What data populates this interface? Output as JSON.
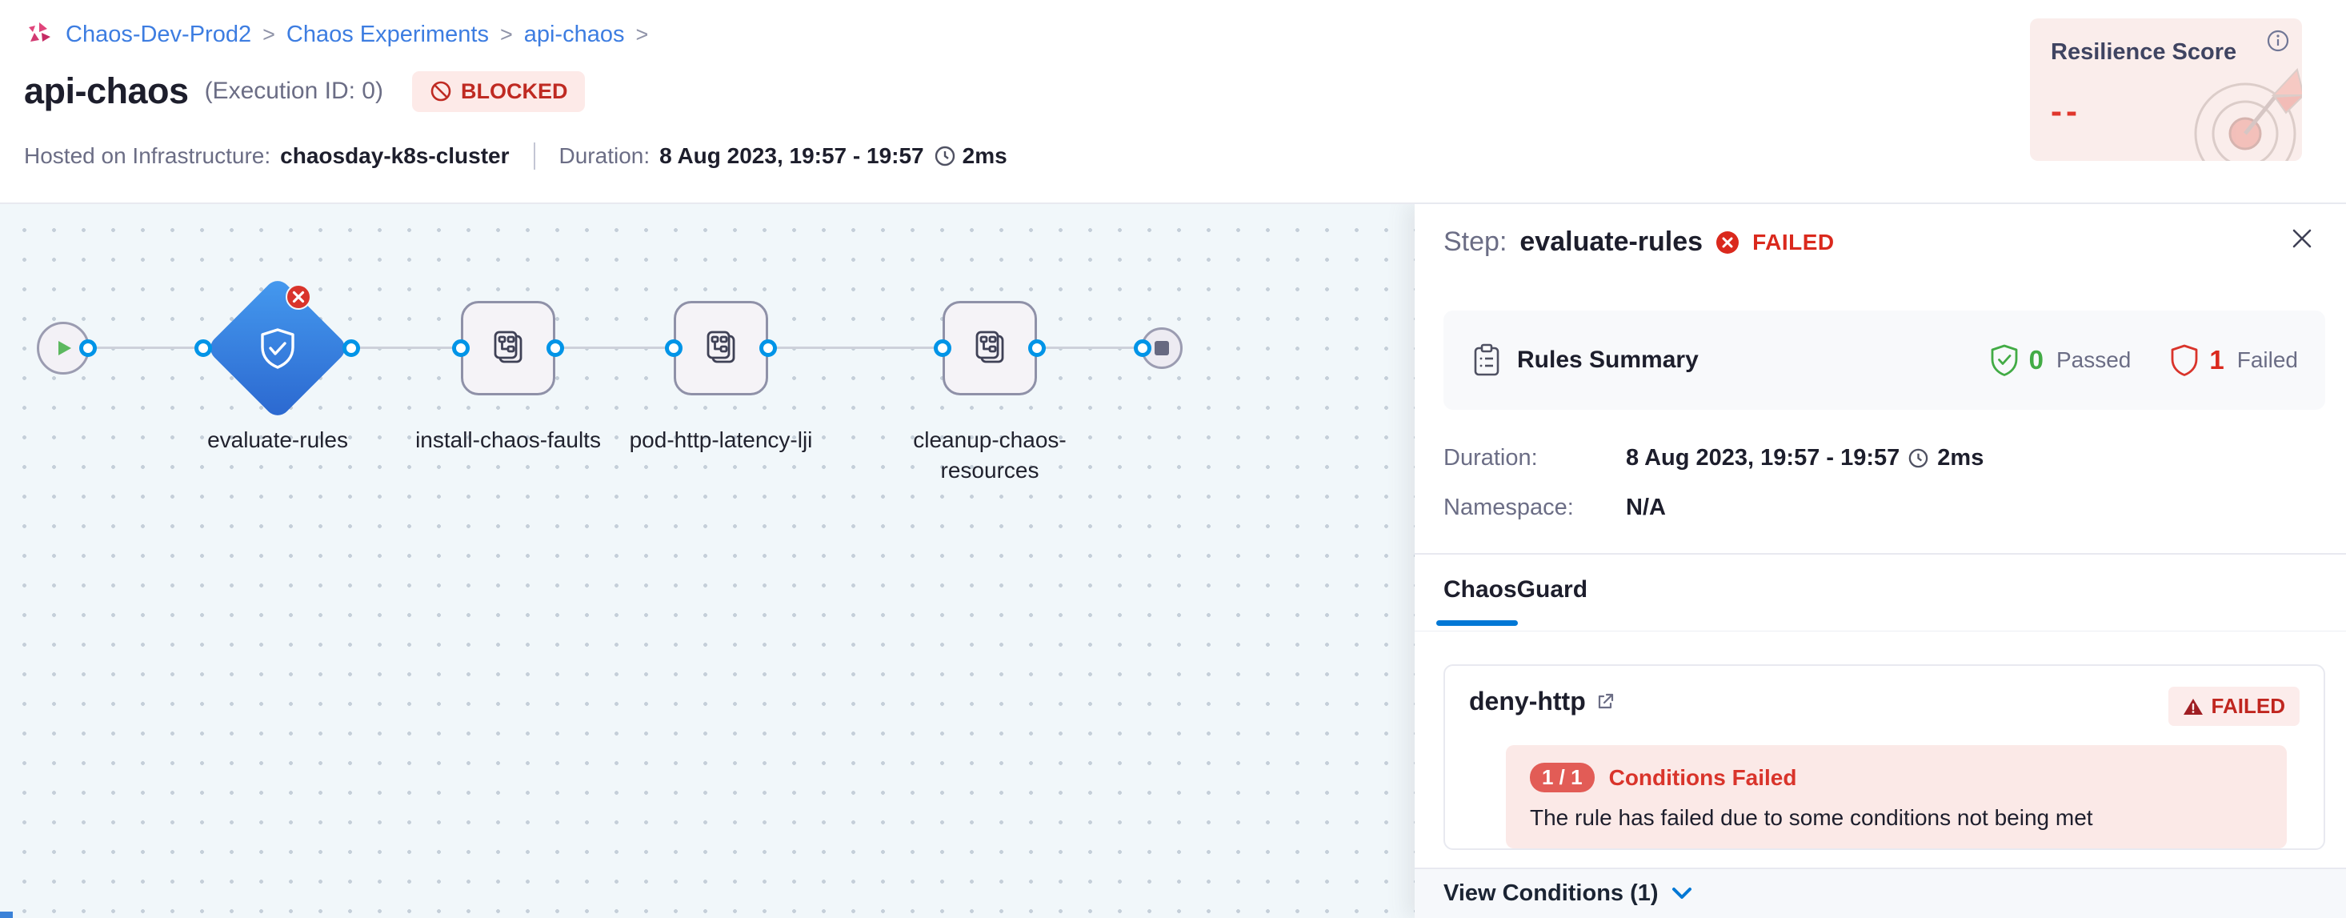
{
  "colors": {
    "accent_blue": "#0278d5",
    "link_blue": "#3d7de1",
    "failed_red": "#da291d",
    "passed_green": "#42ab45",
    "blocked_red": "#bf2a22",
    "canvas_bg": "#f1f7fa",
    "diamond_blue_top": "#459aef",
    "diamond_blue_bottom": "#2b67cf",
    "resilience_card_bg": "#faedeb",
    "alert_bg": "#fbe9e7"
  },
  "breadcrumb": {
    "items": [
      {
        "label": "Chaos-Dev-Prod2"
      },
      {
        "label": "Chaos Experiments"
      },
      {
        "label": "api-chaos"
      }
    ],
    "separator": ">"
  },
  "header": {
    "title": "api-chaos",
    "execution_id": "(Execution ID: 0)",
    "status": "BLOCKED",
    "hosted_label": "Hosted on Infrastructure:",
    "hosted_value": "chaosday-k8s-cluster",
    "duration_label": "Duration:",
    "duration_value": "8 Aug 2023, 19:57 - 19:57",
    "duration_elapsed": "2ms"
  },
  "resilience_score": {
    "title": "Resilience Score",
    "value": "--"
  },
  "pipeline": {
    "guard_node": {
      "label": "evaluate-rules",
      "status": "failed"
    },
    "step_nodes": [
      {
        "label": "install-chaos-faults"
      },
      {
        "label": "pod-http-latency-lji"
      },
      {
        "label": "cleanup-chaos-resources"
      }
    ]
  },
  "step_panel": {
    "step_label": "Step:",
    "step_name": "evaluate-rules",
    "status": "FAILED",
    "rules_summary": {
      "title": "Rules Summary",
      "passed_count": "0",
      "passed_label": "Passed",
      "failed_count": "1",
      "failed_label": "Failed"
    },
    "details": {
      "duration_label": "Duration:",
      "duration_value": "8 Aug 2023, 19:57 - 19:57",
      "duration_elapsed": "2ms",
      "namespace_label": "Namespace:",
      "namespace_value": "N/A"
    },
    "tabs": [
      {
        "label": "ChaosGuard",
        "active": true
      }
    ],
    "rule_card": {
      "name": "deny-http",
      "status": "FAILED",
      "conditions_count": "1 / 1",
      "conditions_title": "Conditions Failed",
      "conditions_message": "The rule has failed due to some conditions not being met"
    },
    "footer": {
      "view_conditions_label": "View Conditions (1)"
    }
  }
}
